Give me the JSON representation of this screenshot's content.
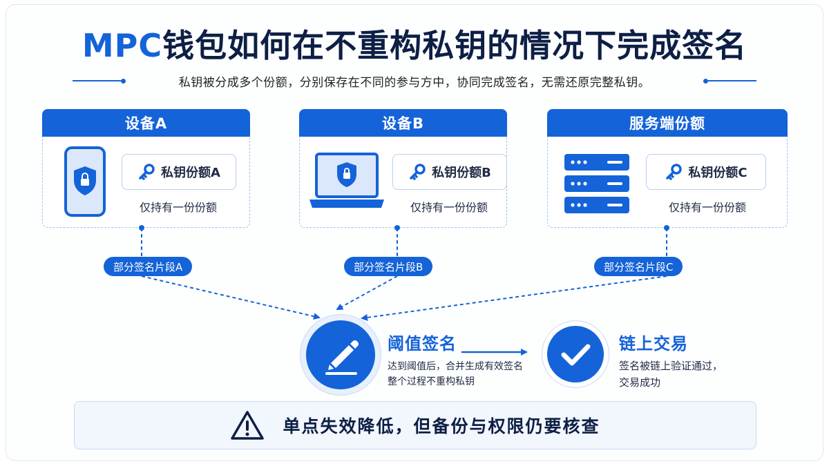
{
  "header": {
    "title_highlight": "MPC",
    "title_rest": "钱包如何在不重构私钥的情况下完成签名",
    "subtitle": "私钥被分成多个份额，分别保存在不同的参与方中，协同完成签名，无需还原完整私钥。"
  },
  "parties": [
    {
      "name": "设备A",
      "share": "私钥份额A",
      "hold": "仅持有一份份额",
      "fragment": "部分签名片段A",
      "icon": "smartphone-shield-icon"
    },
    {
      "name": "设备B",
      "share": "私钥份额B",
      "hold": "仅持有一份份额",
      "fragment": "部分签名片段B",
      "icon": "laptop-shield-icon"
    },
    {
      "name": "服务端份额",
      "share": "私钥份额C",
      "hold": "仅持有一份份额",
      "fragment": "部分签名片段C",
      "icon": "server-icon"
    }
  ],
  "threshold": {
    "title": "阈值签名",
    "desc_line1": "达到阈值后，合并生成有效签名",
    "desc_line2": "整个过程不重构私钥",
    "icon": "pen-sign-icon"
  },
  "onchain": {
    "title": "链上交易",
    "desc_line1": "签名被链上验证通过，",
    "desc_line2": "交易成功",
    "icon": "checkmark-icon"
  },
  "warning": {
    "text": "单点失效降低，但备份与权限仍要核查",
    "icon": "warning-triangle-icon"
  },
  "colors": {
    "accent": "#1463d8",
    "dark": "#0d1f45",
    "light_fill": "#f2f6fd"
  }
}
